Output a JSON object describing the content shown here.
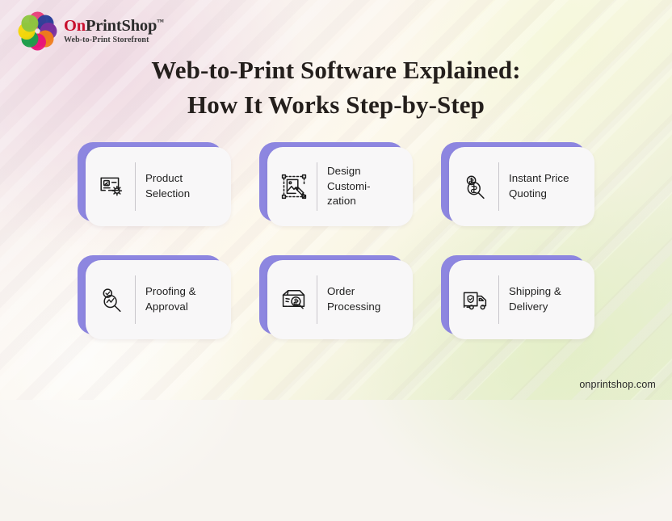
{
  "brand": {
    "logo_icon": "onprintshop-flower-logo",
    "name_prefix": "On",
    "name_suffix": "PrintShop",
    "trademark": "™",
    "tagline": "Web-to-Print Storefront",
    "petal_colors": [
      "#e8407a",
      "#2b3f99",
      "#7a2f9e",
      "#f07c1a",
      "#e8147a",
      "#1e9e4a",
      "#f5d70a",
      "#8dc63f"
    ]
  },
  "heading": {
    "line1": "Web-to-Print Software Explained:",
    "line2": "How It Works Step-by-Step"
  },
  "cards": [
    {
      "label": "Product Selection",
      "icon": "product-card-gear-icon"
    },
    {
      "label": "Design Customi-\nzation",
      "icon": "image-edit-selection-icon"
    },
    {
      "label": "Instant Price Quoting",
      "icon": "coin-magnifier-dollar-icon"
    },
    {
      "label": "Proofing & Approval",
      "icon": "check-magnifier-icon"
    },
    {
      "label": "Order Processing",
      "icon": "box-dollar-magnifier-icon"
    },
    {
      "label": "Shipping & Delivery",
      "icon": "truck-shield-icon"
    }
  ],
  "footer": {
    "website": "onprintshop.com"
  },
  "colors": {
    "accent_purple": "#8d86e0",
    "card_face": "#f8f7f8",
    "brand_red": "#c8102e",
    "text_dark": "#1f1f1f"
  }
}
